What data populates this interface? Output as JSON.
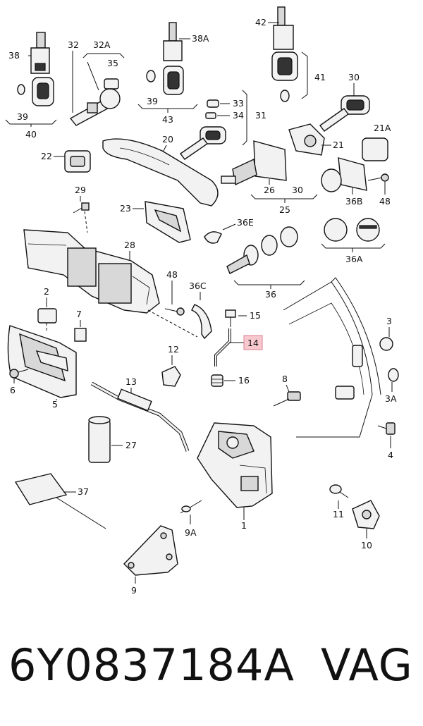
{
  "callouts": {
    "c1": "1",
    "c2": "2",
    "c3": "3",
    "c3A": "3A",
    "c4": "4",
    "c5": "5",
    "c6": "6",
    "c7": "7",
    "c8": "8",
    "c9": "9",
    "c9A": "9A",
    "c10": "10",
    "c11": "11",
    "c12": "12",
    "c13": "13",
    "c14": "14",
    "c15": "15",
    "c16": "16",
    "c20": "20",
    "c21": "21",
    "c21A": "21A",
    "c22": "22",
    "c23": "23",
    "c25": "25",
    "c26": "26",
    "c27": "27",
    "c28": "28",
    "c29": "29",
    "c30a": "30",
    "c30b": "30",
    "c31": "31",
    "c32": "32",
    "c32A": "32A",
    "c33": "33",
    "c34": "34",
    "c35": "35",
    "c36": "36",
    "c36A": "36A",
    "c36B": "36B",
    "c36C": "36C",
    "c36E": "36E",
    "c37": "37",
    "c38": "38",
    "c38A": "38A",
    "c39a": "39",
    "c39b": "39",
    "c40": "40",
    "c41": "41",
    "c42": "42",
    "c43": "43",
    "c48a": "48",
    "c48b": "48"
  },
  "highlighted_callout": "14",
  "highlight_color": "#f7c9cf",
  "footer": {
    "part_number": "6Y0837184A",
    "brand": "VAG"
  }
}
